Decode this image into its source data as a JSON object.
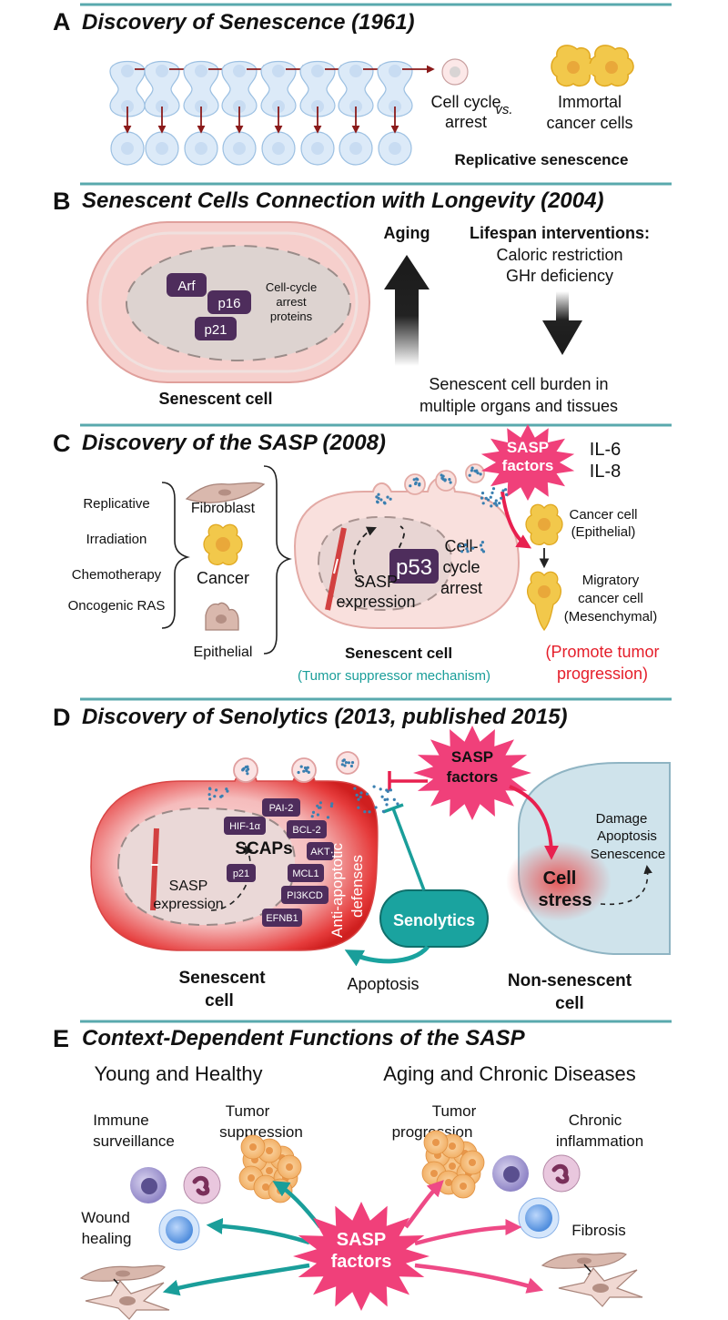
{
  "sections": {
    "A": {
      "letter": "A",
      "title": "Discovery of Senescence (1961)",
      "arrest_line1": "Cell cycle",
      "arrest_line2": "arrest",
      "vs": "vs.",
      "immortal_line1": "Immortal",
      "immortal_line2": "cancer cells",
      "caption": "Replicative senescence"
    },
    "B": {
      "letter": "B",
      "title": "Senescent Cells Connection with Longevity (2004)",
      "protein_arf": "Arf",
      "protein_p16": "p16",
      "protein_p21": "p21",
      "arrest_proteins_line1": "Cell-cycle",
      "arrest_proteins_line2": "arrest",
      "arrest_proteins_line3": "proteins",
      "cell_label": "Senescent cell",
      "aging": "Aging",
      "interventions_title": "Lifespan interventions:",
      "intervention_1": "Caloric restriction",
      "intervention_2": "GHr deficiency",
      "burden_line1": "Senescent cell burden in",
      "burden_line2": "multiple organs and tissues"
    },
    "C": {
      "letter": "C",
      "title": "Discovery of the SASP (2008)",
      "inducers": [
        "Replicative",
        "Irradiation",
        "Chemotherapy",
        "Oncogenic  RAS"
      ],
      "cell_types": [
        "Fibroblast",
        "Cancer",
        "Epithelial"
      ],
      "p53": "p53",
      "sasp_expr_line1": "SASP",
      "sasp_expr_line2": "expression",
      "arrest_line1": "Cell-",
      "arrest_line2": "cycle",
      "arrest_line3": "arrest",
      "cell_label": "Senescent cell",
      "mechanism": "(Tumor suppressor mechanism)",
      "sasp_line1": "SASP",
      "sasp_line2": "factors",
      "il6": "IL-6",
      "il8": "IL-8",
      "cancer_line1": "Cancer cell",
      "cancer_line2": "(Epithelial)",
      "migratory_line1": "Migratory",
      "migratory_line2": "cancer cell",
      "migratory_line3": "(Mesenchymal)",
      "promote_line1": "(Promote tumor",
      "promote_line2": "progression)"
    },
    "D": {
      "letter": "D",
      "title": "Discovery of Senolytics (2013, published 2015)",
      "scaps": "SCAPs",
      "scap_proteins": [
        "HIF-1α",
        "PAI-2",
        "BCL-2",
        "AKT",
        "MCL1",
        "PI3KCD",
        "EFNB1",
        "p21"
      ],
      "sasp_expr_line1": "SASP",
      "sasp_expr_line2": "expression",
      "anti_line1": "Anti-apoptotic",
      "anti_line2": "defenses",
      "sasp_line1": "SASP",
      "sasp_line2": "factors",
      "senolytics": "Senolytics",
      "apoptosis": "Apoptosis",
      "senescent_line1": "Senescent",
      "senescent_line2": "cell",
      "stress_line1": "Cell",
      "stress_line2": "stress",
      "outcomes": [
        "Damage",
        "Apoptosis",
        "Senescence"
      ],
      "nonsen_line1": "Non-senescent",
      "nonsen_line2": "cell"
    },
    "E": {
      "letter": "E",
      "title": "Context-Dependent Functions of the SASP",
      "young": "Young and Healthy",
      "aging": "Aging and Chronic Diseases",
      "immune_line1": "Immune",
      "immune_line2": "surveillance",
      "tumor_supp_line1": "Tumor",
      "tumor_supp_line2": "suppression",
      "wound_line1": "Wound",
      "wound_line2": "healing",
      "tumor_prog_line1": "Tumor",
      "tumor_prog_line2": "progression",
      "chronic_line1": "Chronic",
      "chronic_line2": "inflammation",
      "fibrosis": "Fibrosis",
      "sasp_line1": "SASP",
      "sasp_line2": "factors"
    }
  },
  "colors": {
    "divider": "#59a9ad",
    "sasp_burst": "#f0407a",
    "protein_box": "#4e2d5c",
    "teal": "#1a9e9a",
    "red_text": "#e51e2a",
    "cancer_cell": "#f2c84b",
    "pink_arrow": "#ee4a86"
  }
}
